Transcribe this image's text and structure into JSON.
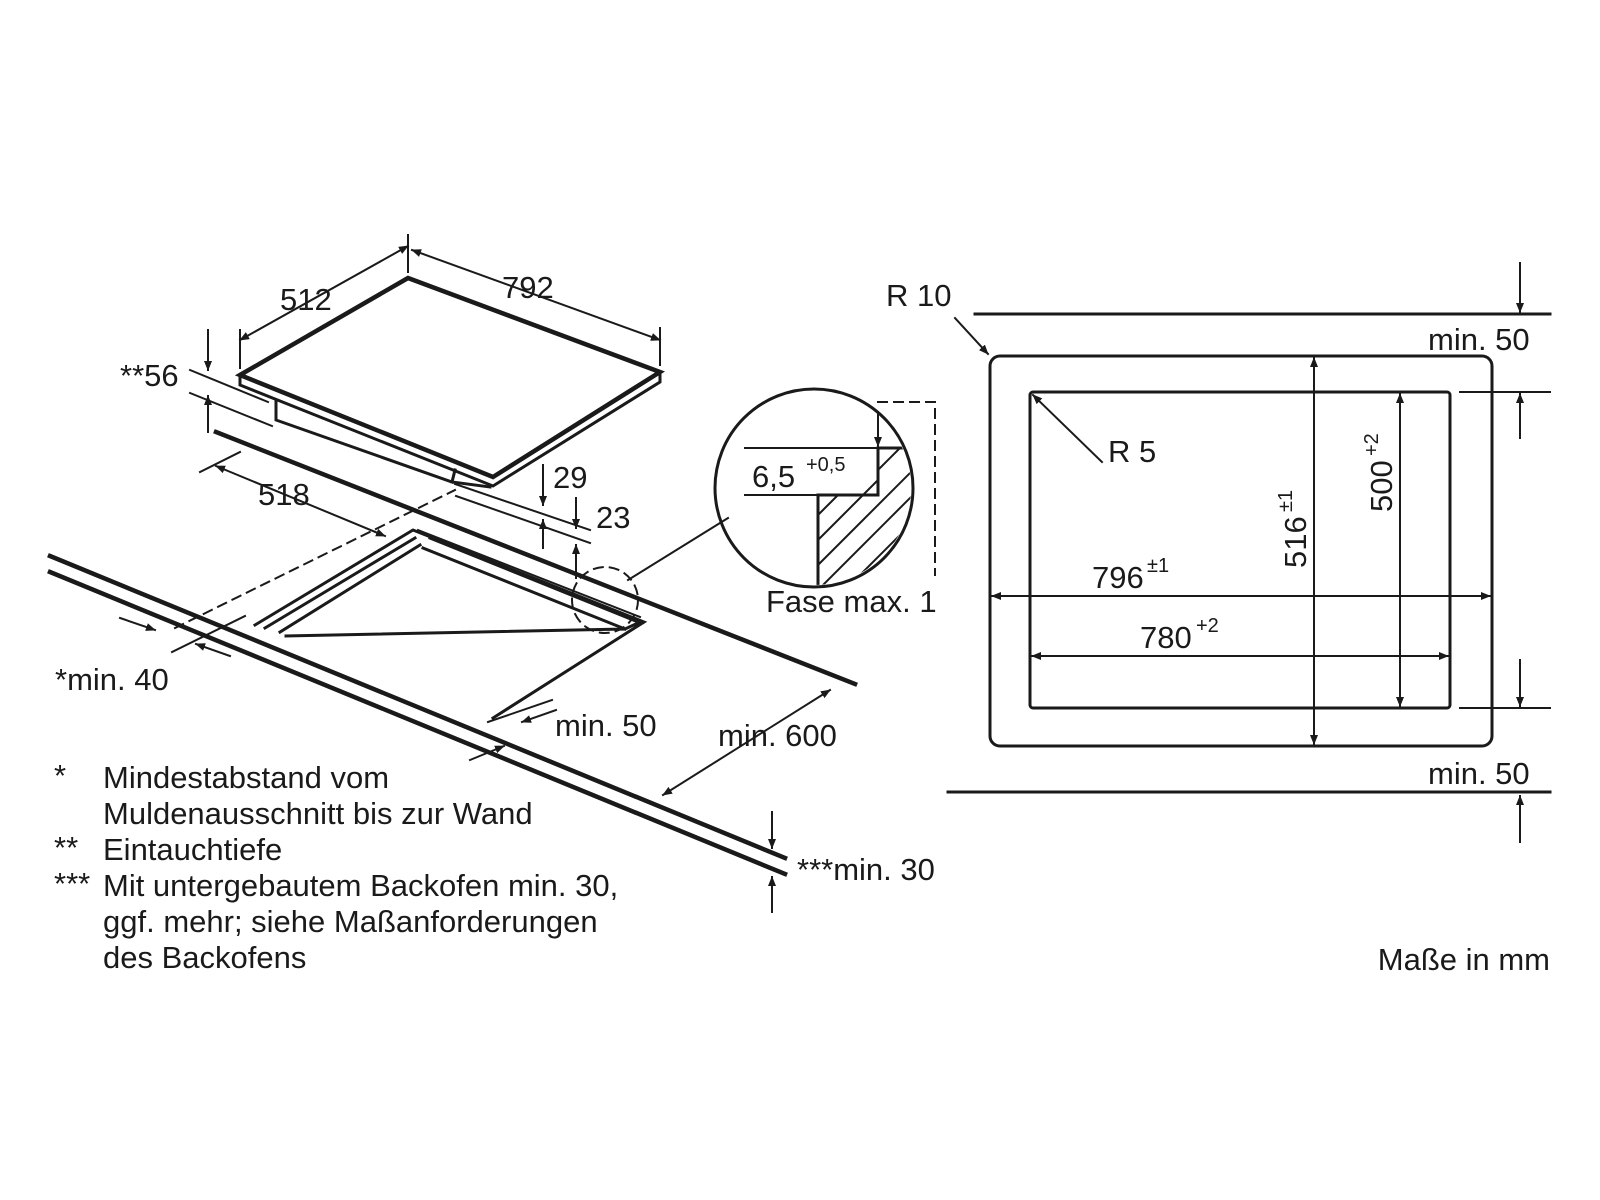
{
  "iso": {
    "width_label": "792",
    "depth_label": "512",
    "depth_in_label": "**56",
    "cutout_depth_label": "518",
    "h29_label": "29",
    "h23_label": "23",
    "wall_label": "*min. 40",
    "front_label": "min. 50",
    "counter_label": "min. 600",
    "thick_label": "***min. 30"
  },
  "detail": {
    "value": "6,5",
    "tol": "+0,5",
    "fase": "Fase max. 1"
  },
  "plan": {
    "r10": "R 10",
    "r5": "R 5",
    "top_min": "min. 50",
    "bottom_min": "min. 50",
    "w796": "796",
    "w796_tol": "±1",
    "w780": "780",
    "w780_tol": "+2",
    "h516": "516",
    "h516_tol": "±1",
    "h500": "500",
    "h500_tol": "+2"
  },
  "notes": {
    "n1_mark": "*",
    "n1_line1": "Mindestabstand vom",
    "n1_line2": "Muldenausschnitt bis zur Wand",
    "n2_mark": "**",
    "n2_line1": "Eintauchtiefe",
    "n3_mark": "***",
    "n3_line1": "Mit untergebautem Backofen min. 30,",
    "n3_line2": "ggf. mehr; siehe Maßanforderungen",
    "n3_line3": "des Backofens"
  },
  "units": "Maße in mm",
  "colors": {
    "ink": "#1a1a1a",
    "background": "#ffffff"
  }
}
